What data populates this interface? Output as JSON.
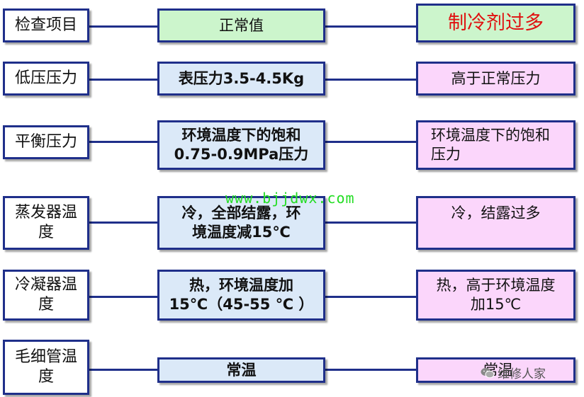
{
  "header": {
    "label": "检查项目",
    "normal": "正常值",
    "condition": "制冷剂过多"
  },
  "rows": [
    {
      "label": "低压压力",
      "normal": "表压力3.5-4.5Kg",
      "condition": "高于正常压力"
    },
    {
      "label": "平衡压力",
      "normal": "环境温度下的饱和\n0.75-0.9MPa压力",
      "condition": "环境温度下的饱和\n压力"
    },
    {
      "label": "蒸发器温\n度",
      "normal": "冷，全部结露，环\n境温度减15℃",
      "condition": "冷，结露过多"
    },
    {
      "label": "冷凝器温\n度",
      "normal": "热，环境温度加\n15℃（45-55 ℃ ）",
      "condition": "热，高于环境温度\n加15℃"
    },
    {
      "label": "毛细管温\n度",
      "normal": "常温",
      "condition": "常温"
    }
  ],
  "watermarks": {
    "url": "www.bjjdwx.com",
    "brand": "维修人家",
    "brand_icon": "wechat-icon"
  },
  "colors": {
    "border": "#1f2f8a",
    "header_fill": "#ccf5cc",
    "normal_fill": "#dbe9f8",
    "condition_fill": "#fbd6fb",
    "header_condition_text": "#e01010",
    "url_watermark": "#22dd22"
  }
}
